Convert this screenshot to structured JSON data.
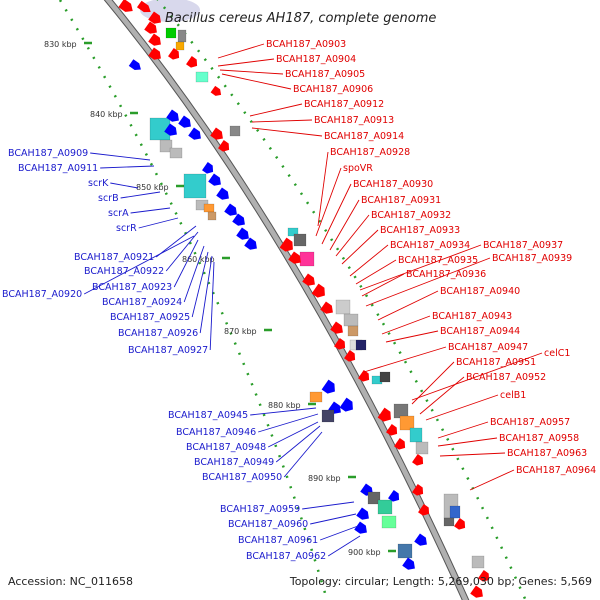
{
  "title": "Bacillus cereus AH187, complete genome",
  "footer": {
    "accession": "Accession: NC_011658",
    "topology": "Topology: circular; Length: 5,269,030 bp; Genes: 5,569"
  },
  "colors": {
    "forward": "#ff0000",
    "reverse": "#0000ff",
    "backbone": "#999999",
    "red_label": "#e00000",
    "blue_label": "#1a1acc"
  },
  "scale_labels": [
    "830 kbp",
    "840 kbp",
    "850 kbp",
    "860 kbp",
    "870 kbp",
    "880 kbp",
    "890 kbp",
    "900 kbp"
  ],
  "red_labels": [
    "BCAH187_A0903",
    "BCAH187_A0904",
    "BCAH187_A0905",
    "BCAH187_A0906",
    "BCAH187_A0912",
    "BCAH187_A0913",
    "BCAH187_A0914",
    "BCAH187_A0928",
    "spoVR",
    "BCAH187_A0930",
    "BCAH187_A0931",
    "BCAH187_A0932",
    "BCAH187_A0933",
    "BCAH187_A0934",
    "BCAH187_A0937",
    "BCAH187_A0935",
    "BCAH187_A0939",
    "BCAH187_A0936",
    "BCAH187_A0940",
    "BCAH187_A0943",
    "BCAH187_A0944",
    "BCAH187_A0947",
    "celC1",
    "BCAH187_A0951",
    "BCAH187_A0952",
    "celB1",
    "BCAH187_A0957",
    "BCAH187_A0958",
    "BCAH187_A0963",
    "BCAH187_A0964"
  ],
  "blue_labels": [
    "BCAH187_A0909",
    "BCAH187_A0911",
    "scrK",
    "scrB",
    "scrA",
    "scrR",
    "BCAH187_A0921",
    "BCAH187_A0922",
    "BCAH187_A0920",
    "BCAH187_A0923",
    "BCAH187_A0924",
    "BCAH187_A0925",
    "BCAH187_A0926",
    "BCAH187_A0927",
    "BCAH187_A0945",
    "BCAH187_A0946",
    "BCAH187_A0948",
    "BCAH187_A0949",
    "BCAH187_A0950",
    "BCAH187_A0959",
    "BCAH187_A0960",
    "BCAH187_A0961",
    "BCAH187_A0962"
  ]
}
